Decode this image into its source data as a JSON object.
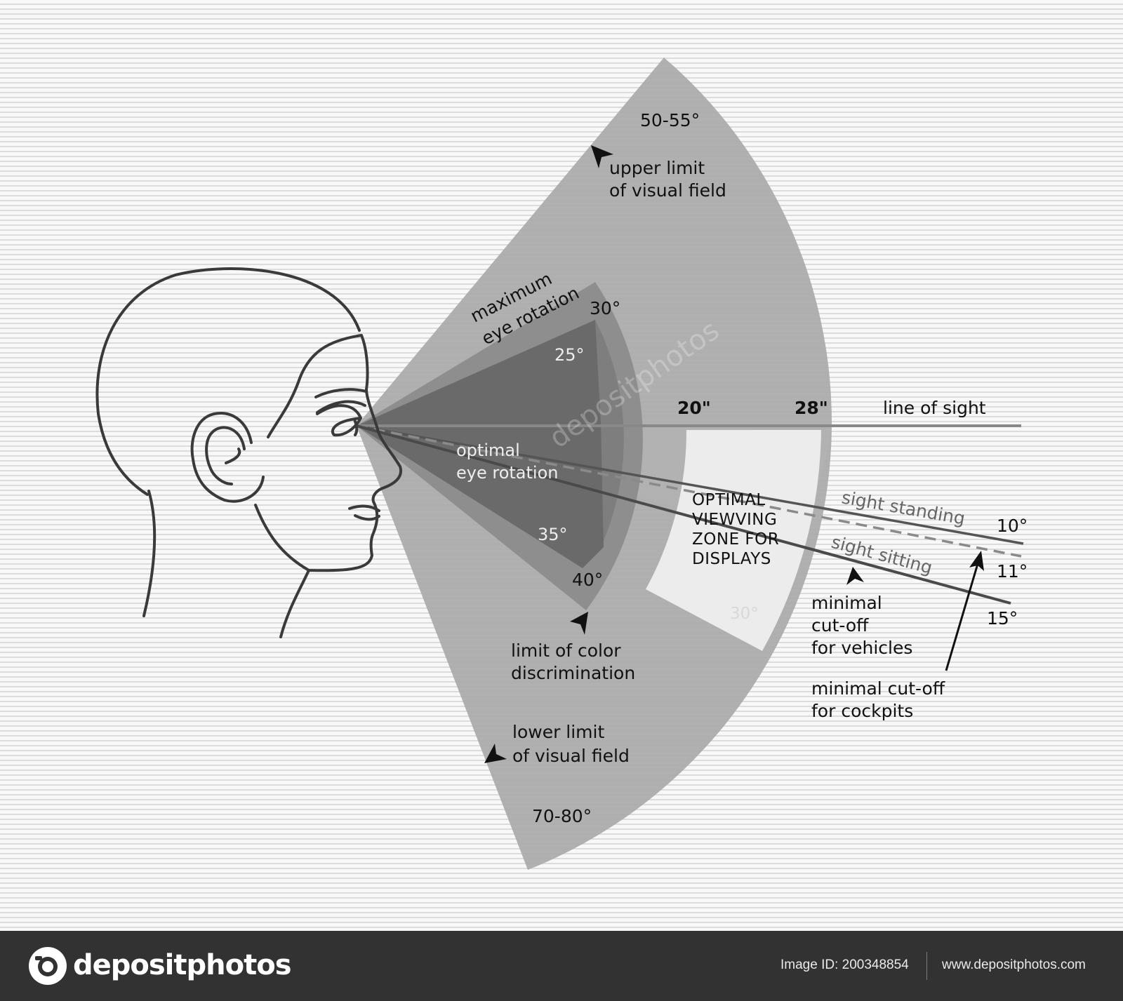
{
  "diagram": {
    "upper_angle": "50-55°",
    "upper_limit": [
      "upper limit",
      "of visual field"
    ],
    "max_rotation": [
      "maximum",
      "eye rotation"
    ],
    "deg_30": "30°",
    "deg_25": "25°",
    "dist_20": "20\"",
    "dist_28": "28\"",
    "line_of_sight": "line of sight",
    "optimal_rotation": [
      "optimal",
      "eye rotation"
    ],
    "display_zone": [
      "OPTIMAL",
      "VIEWVING",
      "ZONE FOR",
      "DISPLAYS"
    ],
    "sight_standing": "sight standing",
    "sight_sitting": "sight sitting",
    "deg_10": "10°",
    "deg_11": "11°",
    "deg_15": "15°",
    "deg_35": "35°",
    "deg_40": "40°",
    "zone_30": "30°",
    "vehicles": [
      "minimal",
      "cut-off",
      "for vehicles"
    ],
    "color_limit": [
      "limit of color",
      "discrimination"
    ],
    "cockpits": [
      "minimal cut-off",
      "for cockpits"
    ],
    "lower_limit": [
      "lower limit",
      "of visual field"
    ],
    "lower_angle": "70-80°",
    "watermark": "depositphotos"
  },
  "footer": {
    "brand": "depositphotos",
    "image_id": "Image ID: 200348854",
    "url": "www.depositphotos.com"
  },
  "colors": {
    "outer_sector": "#a9a9a9",
    "middle_sector": "#8c8c8c",
    "inner_sector": "#6c6c6c",
    "display_zone": "#ededed",
    "footer": "#323232"
  }
}
